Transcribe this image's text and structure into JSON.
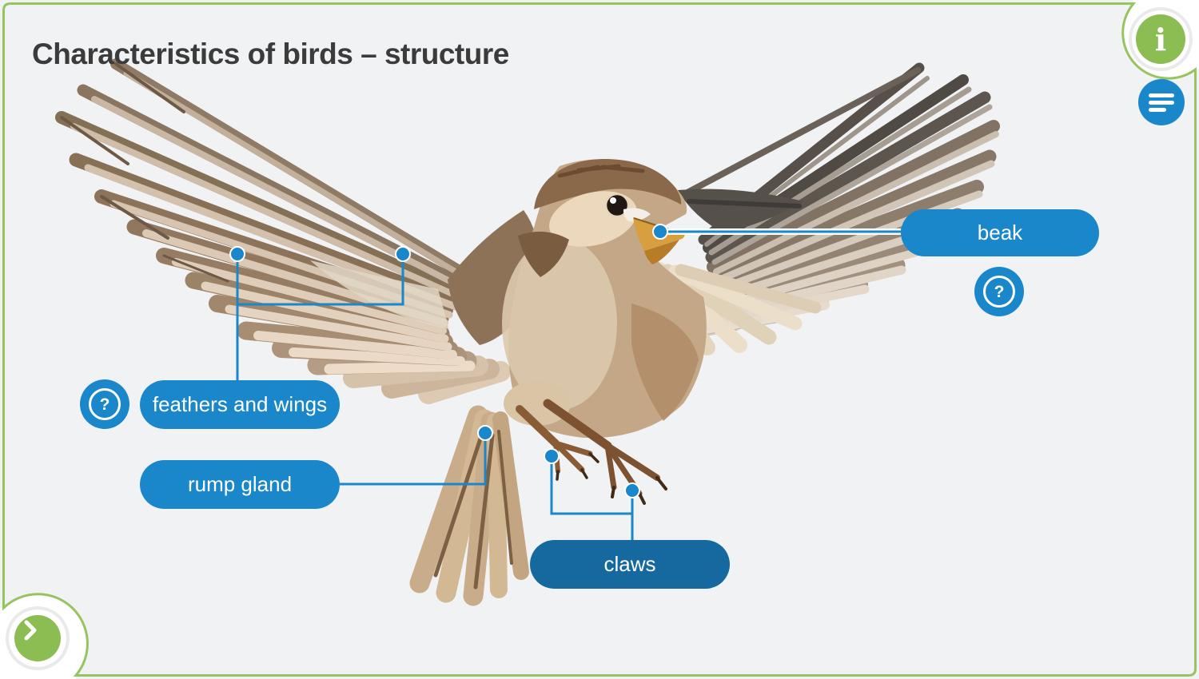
{
  "header": {
    "title": "Characteristics of birds – structure"
  },
  "labels": {
    "beak": "beak",
    "feathers_and_wings": "feathers and wings",
    "rump_gland": "rump gland",
    "claws": "claws"
  },
  "icons": {
    "info": "i",
    "help": "?",
    "menu": "hamburger-lines",
    "next": "chevron-right"
  },
  "colors": {
    "accent_blue": "#1a87cb",
    "selected_blue": "#15699f",
    "frame_green": "#96c45e",
    "button_green": "#8cbd52",
    "page_background": "#f1f2f4"
  }
}
